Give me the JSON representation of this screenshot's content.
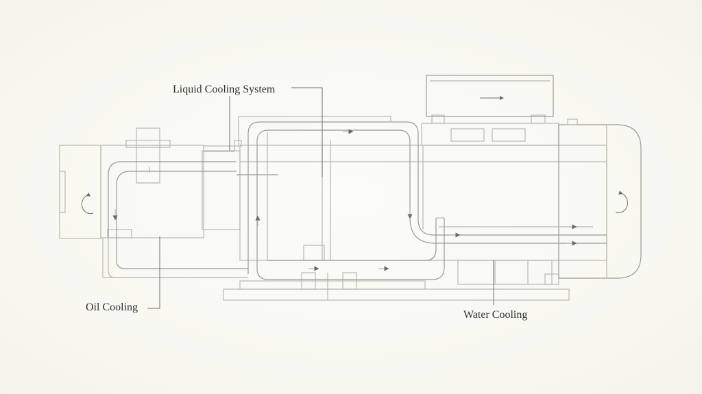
{
  "labels": {
    "liquid_cooling": "Liquid Cooling System",
    "oil_cooling": "Oil Cooling",
    "water_cooling": "Water Cooling"
  },
  "colors": {
    "background": "#fbfbf7",
    "line": "#b8b8b2",
    "leader": "#6f6f6a",
    "text": "#2f2f2f"
  },
  "icons": [
    "rotate-ccw-icon",
    "rotate-cw-icon",
    "right-arrow-icon"
  ]
}
